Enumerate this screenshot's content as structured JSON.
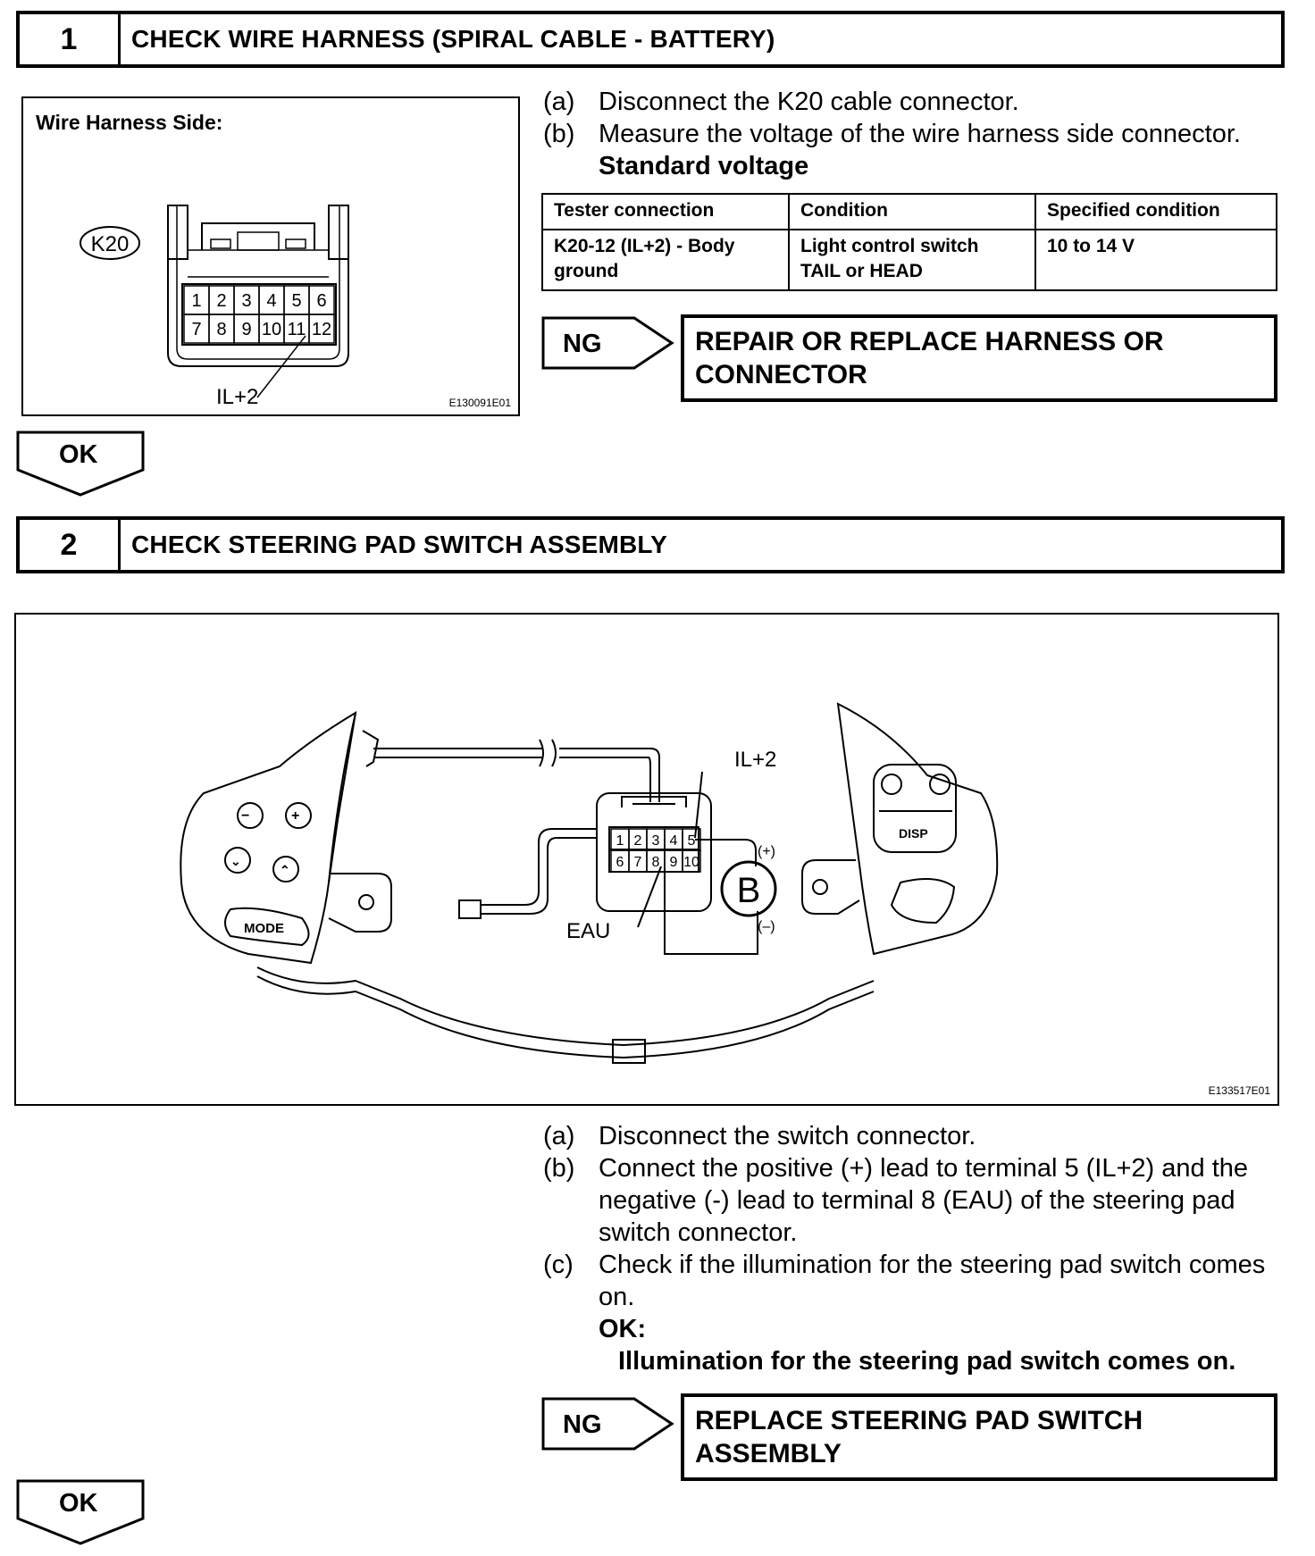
{
  "step1": {
    "number": "1",
    "title": "CHECK WIRE HARNESS (SPIRAL CABLE - BATTERY)",
    "figure": {
      "heading": "Wire Harness Side:",
      "connector_id": "K20",
      "pins_top": [
        "1",
        "2",
        "3",
        "4",
        "5",
        "6"
      ],
      "pins_bottom": [
        "7",
        "8",
        "9",
        "10",
        "11",
        "12"
      ],
      "callout": "IL+2",
      "code": "E130091E01"
    },
    "instructions": [
      {
        "label": "(a)",
        "text": "Disconnect the K20 cable connector."
      },
      {
        "label": "(b)",
        "text": "Measure the voltage of the wire harness side connector."
      }
    ],
    "standard_heading": "Standard voltage",
    "table": {
      "headers": [
        "Tester connection",
        "Condition",
        "Specified condition"
      ],
      "row": [
        "K20-12 (IL+2) - Body ground",
        "Light control switch TAIL or HEAD",
        "10 to 14 V"
      ]
    },
    "ng_label": "NG",
    "ng_result": "REPAIR OR REPLACE HARNESS OR CONNECTOR",
    "ok_label": "OK"
  },
  "step2": {
    "number": "2",
    "title": "CHECK STEERING PAD SWITCH ASSEMBLY",
    "figure": {
      "label_il2": "IL+2",
      "label_eau": "EAU",
      "battery": "B",
      "plus": "(+)",
      "minus": "(–)",
      "pins_top": [
        "1",
        "2",
        "3",
        "4",
        "5"
      ],
      "pins_bottom": [
        "6",
        "7",
        "8",
        "9",
        "10"
      ],
      "mode": "MODE",
      "disp": "DISP",
      "code": "E133517E01"
    },
    "instructions": [
      {
        "label": "(a)",
        "text": "Disconnect the switch connector."
      },
      {
        "label": "(b)",
        "text": "Connect the positive (+) lead to terminal 5 (IL+2) and the negative (-) lead to terminal 8 (EAU) of the steering pad switch connector."
      },
      {
        "label": "(c)",
        "text": "Check if the illumination for the steering pad switch comes on."
      }
    ],
    "ok_heading": "OK:",
    "ok_text": "Illumination for the steering pad switch comes on.",
    "ng_label": "NG",
    "ng_result": "REPLACE STEERING PAD SWITCH ASSEMBLY",
    "ok_label": "OK"
  }
}
